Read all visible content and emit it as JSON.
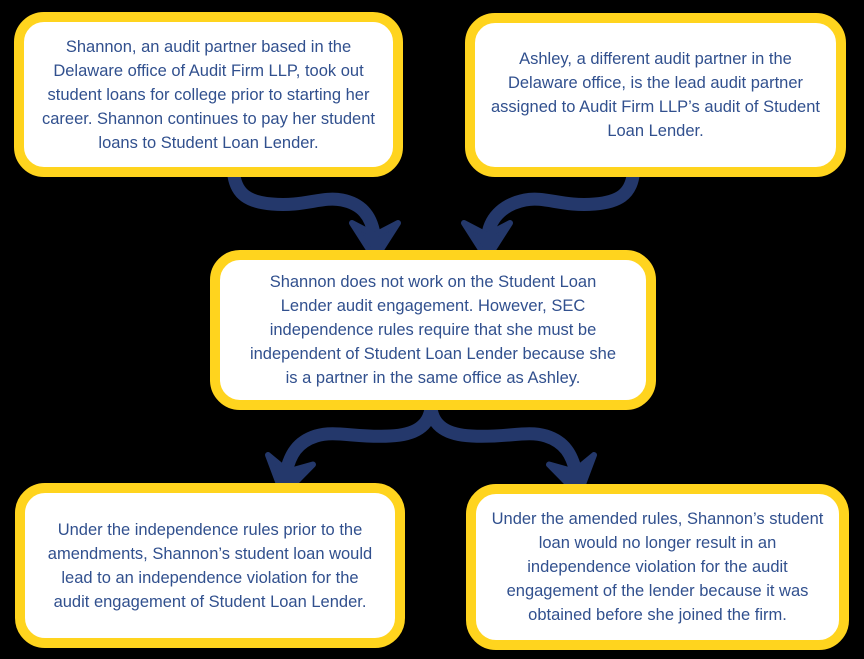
{
  "colors": {
    "background": "#000000",
    "box_fill": "#FFFFFF",
    "box_border": "#FFD41E",
    "text": "#31508E",
    "arrow": "#24386B"
  },
  "nodes": {
    "top_left": {
      "text": "Shannon, an audit partner based in the Delaware office of Audit Firm LLP, took out student loans for college prior to starting her career. Shannon continues to pay her student loans to Student Loan Lender."
    },
    "top_right": {
      "text": "Ashley, a different audit partner in the Delaware office, is the lead audit partner assigned to Audit Firm LLP’s audit of Student Loan Lender."
    },
    "middle": {
      "text": "Shannon does not work on the Student Loan Lender audit engagement. However, SEC independence rules require that she must be independent of Student Loan Lender because she is a partner in the same office as Ashley."
    },
    "bottom_left": {
      "text": "Under the independence rules prior to the amendments, Shannon’s student loan would lead to an independence violation for the audit engagement of Student Loan Lender."
    },
    "bottom_right": {
      "text": "Under the amended rules, Shannon’s student loan would no longer result in an independence violation for the audit engagement of the lender because it was obtained before she joined the firm."
    }
  },
  "connections": [
    {
      "from": "top_left",
      "to": "middle"
    },
    {
      "from": "top_right",
      "to": "middle"
    },
    {
      "from": "middle",
      "to": "bottom_left"
    },
    {
      "from": "middle",
      "to": "bottom_right"
    }
  ]
}
